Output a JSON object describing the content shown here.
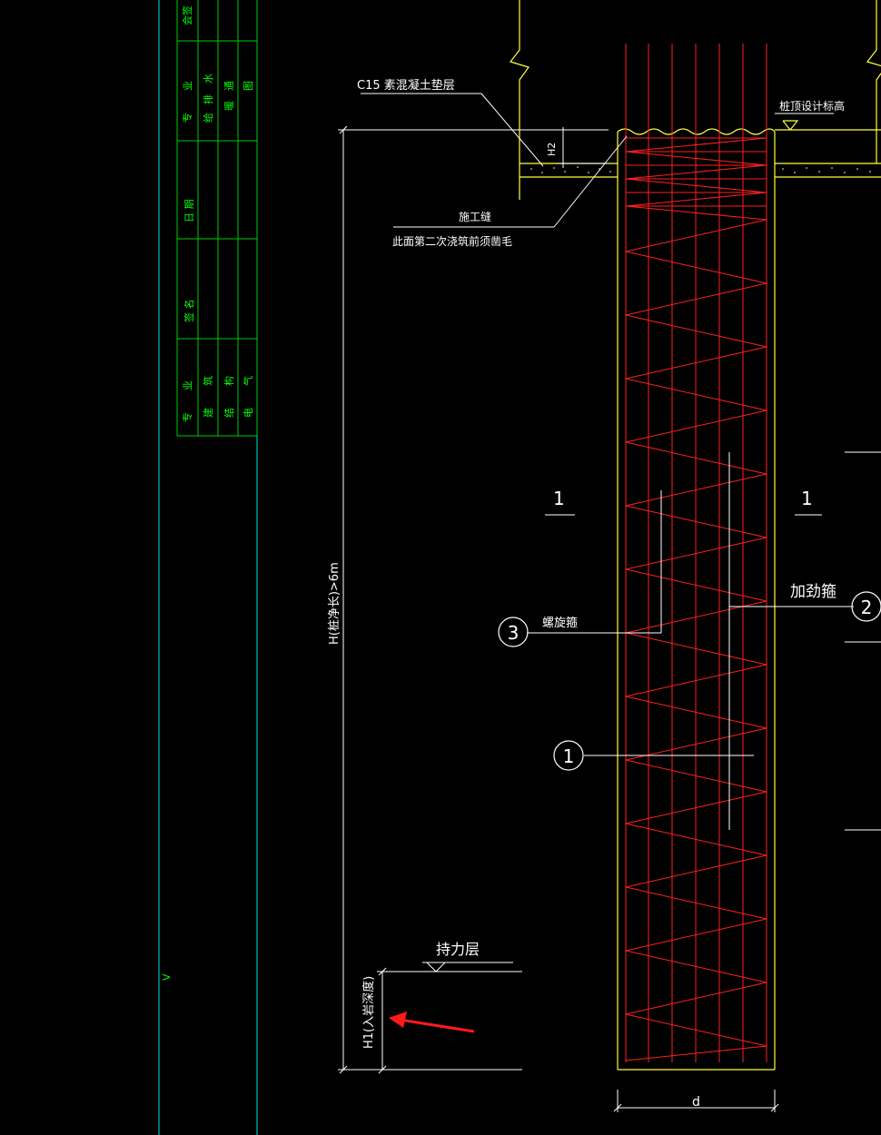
{
  "title_block": {
    "col_major": [
      "专",
      "业",
      "给",
      "排",
      "水",
      "暖",
      "通",
      "图"
    ],
    "col_role": [
      "专",
      "业",
      "建",
      "筑",
      "结",
      "构",
      "电",
      "气"
    ],
    "sign_label": "签  名",
    "date_label": "日  期",
    "top_label": "会签"
  },
  "labels": {
    "cushion": "C15   素混凝土垫层",
    "pile_top": "桩顶设计标高",
    "h2": "H2",
    "construction_joint": "施工缝",
    "joint_note": "此面第二次浇筑前须凿毛",
    "section_left": "1",
    "section_right": "1",
    "stiff_hoop": "加劲箍",
    "spiral_hoop": "螺旋箍",
    "h_length": "H(桩净长)>6m",
    "bearing_layer": "持力层",
    "h1": "H1(入岩深度)",
    "diameter": "d",
    "ref_letter": "V"
  },
  "callouts": {
    "c1": "1",
    "c2": "2",
    "c3": "3"
  },
  "colors": {
    "background": "#000000",
    "rebar": "#ff2020",
    "outline": "#ffff40",
    "white": "#ffffff",
    "green": "#00ff00",
    "cyan": "#00ffff",
    "arrow": "#ff1a1a"
  }
}
